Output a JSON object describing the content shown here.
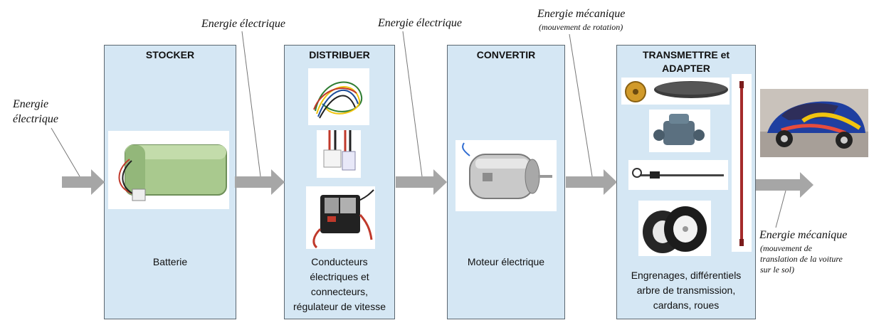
{
  "blocks": {
    "stocker": {
      "title": "STOCKER",
      "caption": "Batterie"
    },
    "distribuer": {
      "title": "DISTRIBUER",
      "caption": "Conducteurs\nélectriques et\nconnecteurs,\nrégulateur de vitesse"
    },
    "convertir": {
      "title": "CONVERTIR",
      "caption": "Moteur électrique"
    },
    "transmettre": {
      "title": "TRANSMETTRE et\nADAPTER",
      "caption": "Engrenages, différentiels\narbre de transmission,\ncardans, roues"
    }
  },
  "labels": {
    "input": "Energie\nélectrique",
    "elec1": "Energie électrique",
    "elec2": "Energie électrique",
    "meca_rot": "Energie mécanique",
    "meca_rot_sub": "(mouvement de rotation)",
    "meca_trans": "Energie mécanique",
    "meca_trans_sub": "(mouvement de\ntranslation de la voiture\nsur le sol)"
  },
  "colors": {
    "block_fill": "#d5e7f4",
    "arrow": "#a6a6a6"
  },
  "icons": [
    "battery-image",
    "wires-image",
    "connector-image",
    "speed-controller-image",
    "motor-image",
    "gears-image",
    "differential-image",
    "cardan-shaft-image",
    "wheels-image",
    "transmission-shaft-image",
    "rc-car-image"
  ]
}
